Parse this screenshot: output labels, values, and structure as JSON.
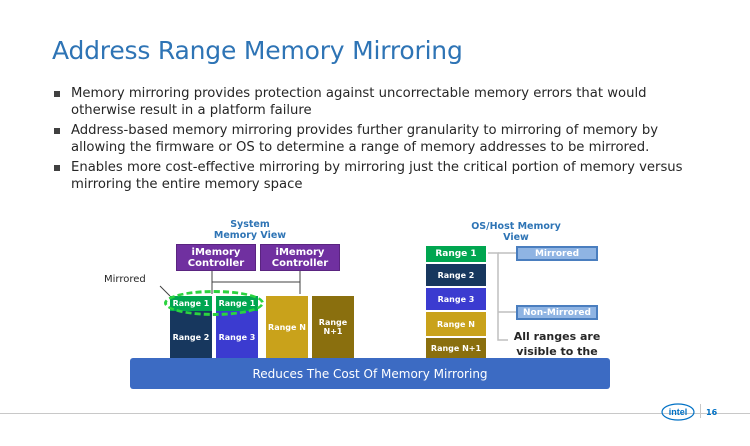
{
  "slide": {
    "title": "Address Range Memory Mirroring",
    "bullets": [
      "Memory mirroring provides protection against uncorrectable memory errors that would otherwise result in a platform failure",
      "Address-based memory mirroring provides further granularity to mirroring of memory by allowing the firmware or OS to determine a range of memory addresses to be mirrored.",
      "Enables more cost-effective mirroring by mirroring just the critical portion of memory versus mirroring the entire memory space"
    ],
    "page_number": "16"
  },
  "left_diagram": {
    "header": "System Memory View",
    "controllers": [
      "iMemory Controller",
      "iMemory Controller"
    ],
    "mirrored_label": "Mirrored",
    "blocks": {
      "range1_a": "Range 1",
      "range1_b": "Range 1",
      "range2": "Range 2",
      "range3": "Range 3",
      "rangeN": "Range N",
      "rangeN1": "Range N+1"
    }
  },
  "right_diagram": {
    "header": "OS/Host Memory View",
    "stack": [
      "Range 1",
      "Range 2",
      "Range 3",
      "Range N",
      "Range N+1"
    ],
    "legend_mirrored": "Mirrored",
    "legend_non_mirrored": "Non-Mirrored",
    "note": "All ranges are visible to the OS"
  },
  "banner": "Reduces The Cost Of Memory Mirroring",
  "logo_text": "intel",
  "colors": {
    "title": "#2e74b5",
    "controller": "#7030a0",
    "mirrored": "#00a650",
    "banner": "#3c6bc3"
  }
}
